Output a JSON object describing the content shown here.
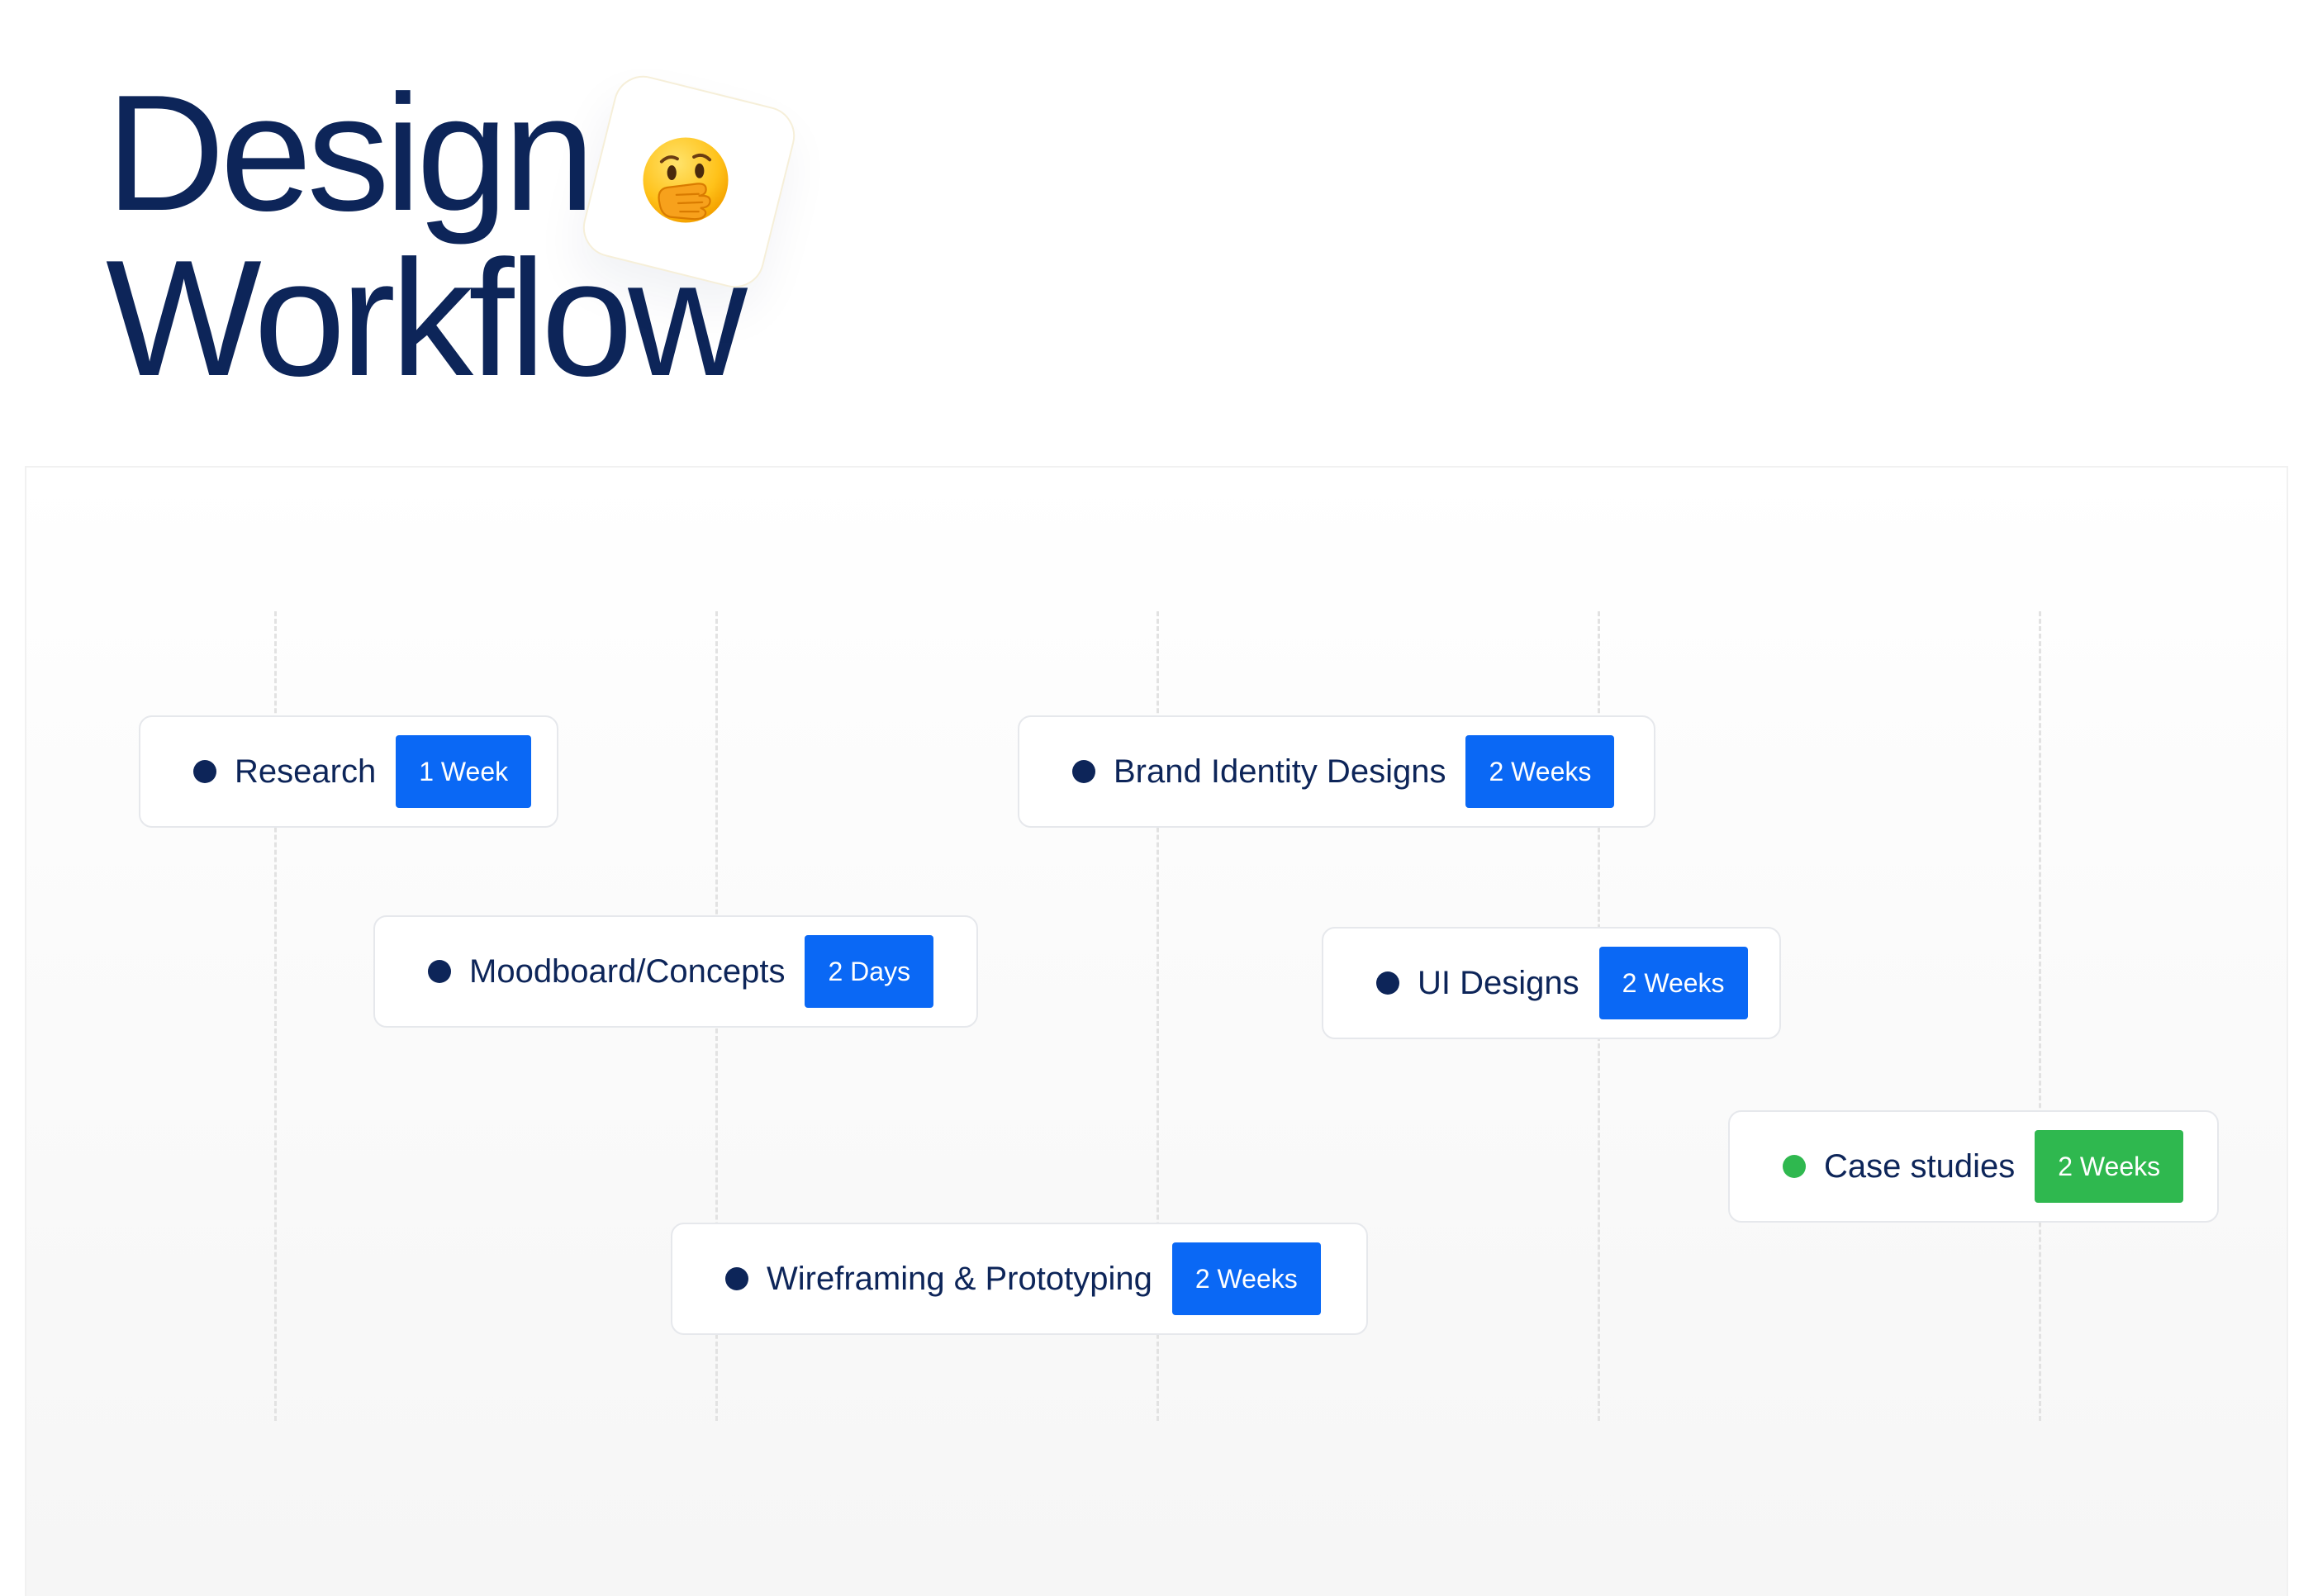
{
  "heading": {
    "line1": "Design",
    "line2": "Workflow",
    "emoji_icon": "face-with-hand-over-mouth-icon"
  },
  "tasks": [
    {
      "label": "Research",
      "duration": "1 Week",
      "status_color": "#0d2559",
      "badge_color": "#0a68f5"
    },
    {
      "label": "Moodboard/Concepts",
      "duration": "2 Days",
      "status_color": "#0d2559",
      "badge_color": "#0a68f5"
    },
    {
      "label": "Wireframing & Prototyping",
      "duration": "2 Weeks",
      "status_color": "#0d2559",
      "badge_color": "#0a68f5"
    },
    {
      "label": "Brand Identity Designs",
      "duration": "2 Weeks",
      "status_color": "#0d2559",
      "badge_color": "#0a68f5"
    },
    {
      "label": "UI Designs",
      "duration": "2 Weeks",
      "status_color": "#0d2559",
      "badge_color": "#0a68f5"
    },
    {
      "label": "Case studies",
      "duration": "2 Weeks",
      "status_color": "#2fb84f",
      "badge_color": "#2fb84f"
    }
  ],
  "colors": {
    "text": "#0d2559",
    "accent_blue": "#0a68f5",
    "accent_green": "#2fb84f"
  }
}
